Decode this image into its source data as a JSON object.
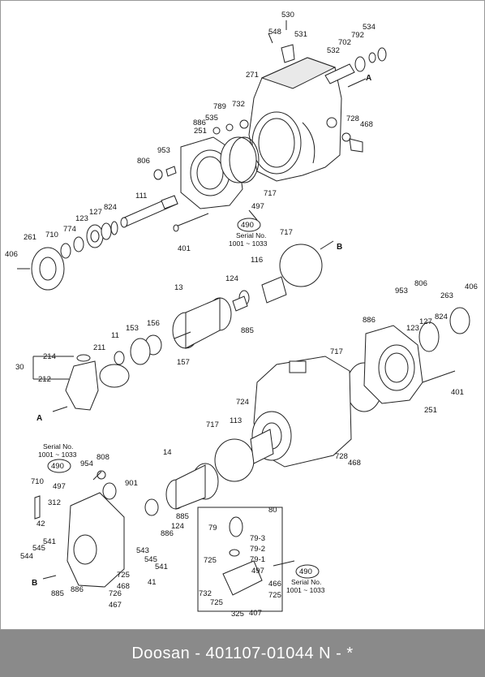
{
  "diagram": {
    "labels": [
      "530",
      "548",
      "531",
      "534",
      "702",
      "792",
      "532",
      "271",
      "A",
      "789",
      "732",
      "886",
      "535",
      "728",
      "468",
      "251",
      "953",
      "806",
      "111",
      "497",
      "717",
      "490",
      "Serial No.",
      "1001 ~ 1033",
      "401",
      "127",
      "824",
      "123",
      "774",
      "710",
      "261",
      "406",
      "717",
      "B",
      "116",
      "124",
      "13",
      "885",
      "153",
      "156",
      "11",
      "211",
      "157",
      "214",
      "30",
      "212",
      "A",
      "806",
      "953",
      "263",
      "406",
      "886",
      "127",
      "824",
      "123",
      "717",
      "724",
      "113",
      "717",
      "401",
      "251",
      "728",
      "468",
      "Serial No.",
      "1001 ~ 1033",
      "490",
      "808",
      "954",
      "901",
      "497",
      "710",
      "312",
      "14",
      "885",
      "124",
      "886",
      "42",
      "541",
      "545",
      "544",
      "543",
      "545",
      "541",
      "41",
      "B",
      "725",
      "468",
      "885",
      "886",
      "726",
      "467",
      "80",
      "79",
      "79-3",
      "79-2",
      "79-1",
      "497",
      "725",
      "466",
      "725",
      "732",
      "725",
      "325",
      "407",
      "490",
      "Serial No.",
      "1001 ~ 1033"
    ]
  },
  "footer": {
    "text": "Doosan - 401107-01044      N - *"
  }
}
